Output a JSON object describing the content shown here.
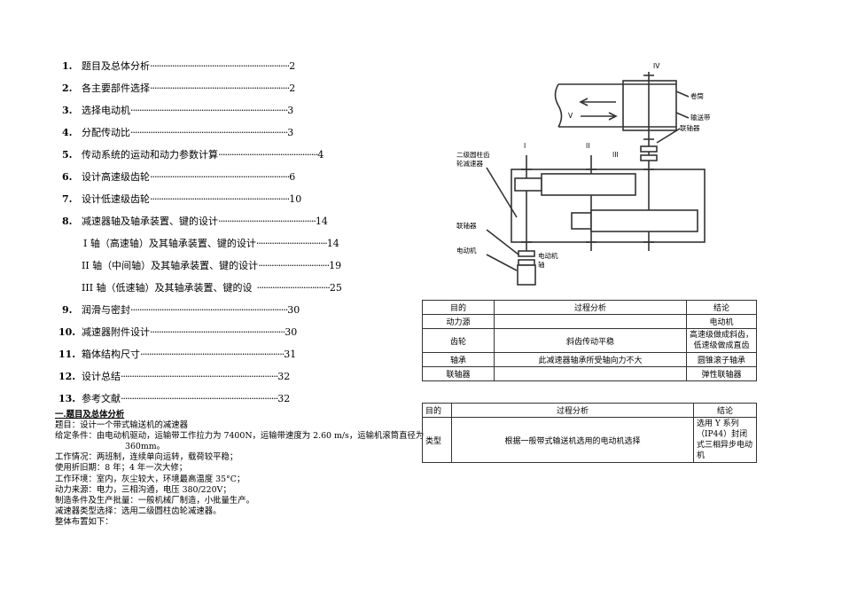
{
  "toc": [
    {
      "num": "1.",
      "title": "题目及总体分析",
      "page": "2"
    },
    {
      "num": "2.",
      "title": "各主要部件选择",
      "page": "2"
    },
    {
      "num": "3.",
      "title": "选择电动机",
      "page": "3"
    },
    {
      "num": "4.",
      "title": "分配传动比",
      "page": "3"
    },
    {
      "num": "5.",
      "title": "传动系统的运动和动力参数计算",
      "page": "4"
    },
    {
      "num": "6.",
      "title": "设计高速级齿轮",
      "page": "6"
    },
    {
      "num": "7.",
      "title": "设计低速级齿轮",
      "page": "10"
    },
    {
      "num": "8.",
      "title": "减速器轴及轴承装置、键的设计",
      "page": "14"
    },
    {
      "num": "",
      "title": "I 轴（高速轴）及其轴承装置、键的设计",
      "page": "14"
    },
    {
      "num": "",
      "title": "II 轴（中间轴）及其轴承装置、键的设计",
      "page": "19"
    },
    {
      "num": "",
      "title": "III 轴（低速轴）及其轴承装置、键的设",
      "page": "25"
    },
    {
      "num": "9.",
      "title": "润滑与密封",
      "page": "30"
    },
    {
      "num": "10.",
      "title": "减速器附件设计",
      "page": "30"
    },
    {
      "num": "11.",
      "title": "箱体结构尺寸",
      "page": "31"
    },
    {
      "num": "12.",
      "title": "设计总结",
      "page": "32"
    },
    {
      "num": "13.",
      "title": "参考文献",
      "page": "32"
    }
  ],
  "intro": {
    "heading": "一.题目及总体分析",
    "topic": "题目：设计一个带式输送机的减速器",
    "given1": "给定条件：由电动机驱动，运输带工作拉力为 7400N，运输带速度为 2.60 m/s，运输机滚筒直径为",
    "given2": "360mm。",
    "work": "工作情况：两班制，连续单向运转，载荷较平稳；",
    "life": "使用折旧期：8 年；4 年一次大修；",
    "env": "工作环境：室内，灰尘较大，环境最高温度 35°C；",
    "power": "动力来源：电力，三相沟通，电压 380/220V；",
    "mfg": "制造条件及生产批量：一般机械厂制造，小批量生产。",
    "type": "减速器类型选择：选用二级圆柱齿轮减速器。",
    "layout": "整体布置如下："
  },
  "diagram": {
    "label_iv": "IV",
    "label_i": "I",
    "label_ii": "II",
    "label_iii": "III",
    "label_v": "V",
    "drum": "卷筒",
    "belt": "输送带",
    "coupling_top": "联轴器",
    "reducer_1": "二级圆柱齿",
    "reducer_2": "轮减速器",
    "coupling_left": "联轴器",
    "motor": "电动机",
    "motor_shaft_1": "电动机",
    "motor_shaft_2": "轴"
  },
  "table1": {
    "headers": [
      "目的",
      "过程分析",
      "结论"
    ],
    "rows": [
      [
        "动力源",
        "",
        "电动机"
      ],
      [
        "齿轮",
        "斜齿传动平稳",
        "高速级做成斜齿，低速级做成直齿"
      ],
      [
        "轴承",
        "此减速器轴承所受轴向力不大",
        "圆锥滚子轴承"
      ],
      [
        "联轴器",
        "",
        "弹性联轴器"
      ]
    ]
  },
  "table2": {
    "headers": [
      "目的",
      "过程分析",
      "结论"
    ],
    "row": [
      "类型",
      "根据一般带式输送机选用的电动机选择",
      "选用 Y 系列（IP44）封闭式三相异步电动机"
    ]
  }
}
